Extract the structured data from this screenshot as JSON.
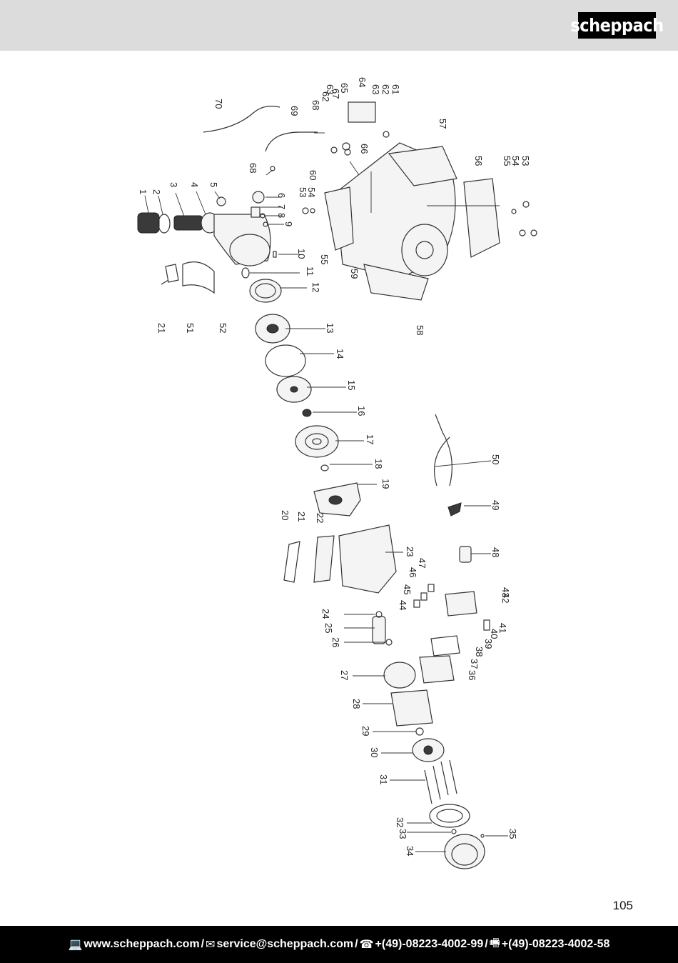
{
  "brand": {
    "logo_text": "scheppach"
  },
  "page": {
    "number": "105"
  },
  "callouts": {
    "c1": "1",
    "c2": "2",
    "c3": "3",
    "c4": "4",
    "c5": "5",
    "c6": "6",
    "c7": "7",
    "c8": "8",
    "c9": "9",
    "c10": "10",
    "c11": "11",
    "c12": "12",
    "c13": "13",
    "c14": "14",
    "c15": "15",
    "c16": "16",
    "c17": "17",
    "c18": "18",
    "c19": "19",
    "c20": "20",
    "c21a": "21",
    "c21b": "21",
    "c22": "22",
    "c23": "23",
    "c24": "24",
    "c25": "25",
    "c26": "26",
    "c27": "27",
    "c28": "28",
    "c29": "29",
    "c30": "30",
    "c31": "31",
    "c32": "32",
    "c33": "33",
    "c34": "34",
    "c35": "35",
    "c36": "36",
    "c37": "37",
    "c38": "38",
    "c39": "39",
    "c40": "40",
    "c41": "41",
    "c42": "42",
    "c43": "43",
    "c44": "44",
    "c45": "45",
    "c46": "46",
    "c47": "47",
    "c48": "48",
    "c49": "49",
    "c50": "50",
    "c51": "51",
    "c52": "52",
    "c53a": "53",
    "c53b": "53",
    "c54a": "54",
    "c54b": "54",
    "c55a": "55",
    "c55b": "55",
    "c56": "56",
    "c57": "57",
    "c58": "58",
    "c59": "59",
    "c60": "60",
    "c61": "61",
    "c62a": "62",
    "c62b": "62",
    "c63a": "63",
    "c63b": "63",
    "c64": "64",
    "c65": "65",
    "c66": "66",
    "c67": "67",
    "c68a": "68",
    "c68b": "68",
    "c69": "69",
    "c70": "70"
  },
  "footer": {
    "website": "www.scheppach.com",
    "email": "service@scheppach.com",
    "phone": "+(49)-08223-4002-99",
    "fax": "+(49)-08223-4002-58",
    "sep": "/"
  },
  "icons": [
    "computer-icon",
    "mail-icon",
    "phone-icon",
    "fax-icon"
  ]
}
